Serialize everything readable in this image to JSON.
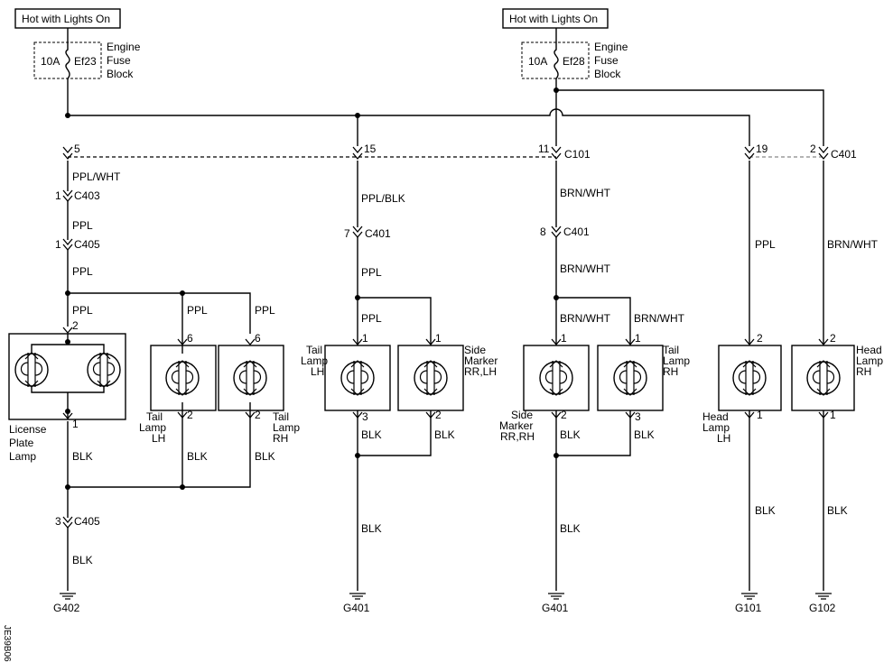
{
  "power": {
    "label": "Hot with Lights On"
  },
  "fuse_block": {
    "line1": "Engine",
    "line2": "Fuse",
    "line3": "Block"
  },
  "fuses": {
    "left": {
      "rating": "10A",
      "id": "Ef23"
    },
    "right": {
      "rating": "10A",
      "id": "Ef28"
    }
  },
  "connectors": {
    "c101": "C101",
    "c401": "C401",
    "c403": "C403",
    "c405": "C405",
    "pin_5": "5",
    "pin_15": "15",
    "pin_11": "11",
    "pin_19": "19",
    "pin_2": "2",
    "pin_1": "1",
    "pin_3": "3",
    "pin_7": "7",
    "pin_8": "8",
    "pin_6": "6"
  },
  "wires": {
    "ppl_wht": "PPL/WHT",
    "ppl": "PPL",
    "ppl_blk": "PPL/BLK",
    "brn_wht": "BRN/WHT",
    "blk": "BLK"
  },
  "components": {
    "license": [
      "License",
      "Plate",
      "Lamp"
    ],
    "tail_lh": [
      "Tail",
      "Lamp",
      "LH"
    ],
    "tail_rh": [
      "Tail",
      "Lamp",
      "RH"
    ],
    "side_rr_lh": [
      "Side",
      "Marker",
      "RR,LH"
    ],
    "side_rr_rh": [
      "Side",
      "Marker",
      "RR,RH"
    ],
    "head_lh": [
      "Head",
      "Lamp",
      "LH"
    ],
    "head_rh": [
      "Head",
      "Lamp",
      "RH"
    ]
  },
  "grounds": {
    "g402": "G402",
    "g401": "G401",
    "g101": "G101",
    "g102": "G102"
  },
  "figure_code": "JE39B06"
}
